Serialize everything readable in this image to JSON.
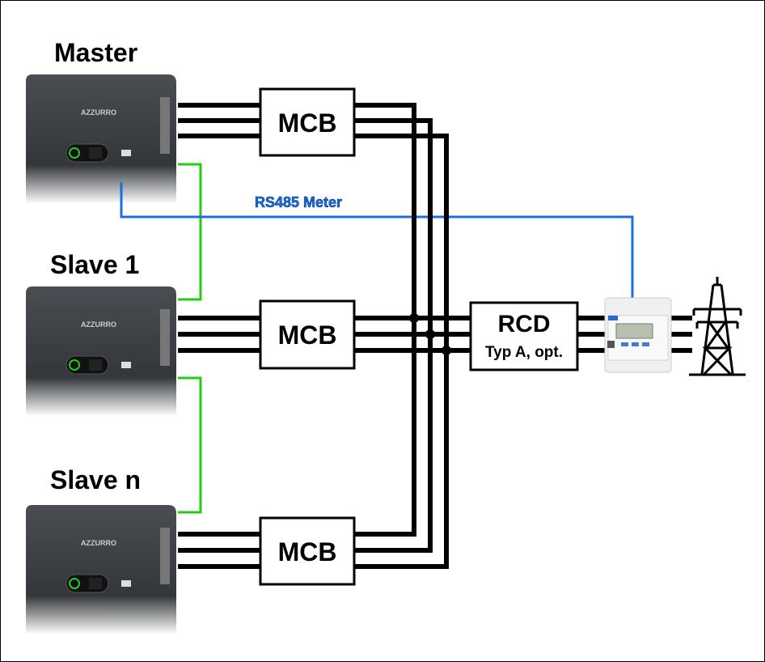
{
  "labels": {
    "master": "Master",
    "slave1": "Slave 1",
    "slaven": "Slave n",
    "mcb": "MCB",
    "rcd": "RCD",
    "rcd_sub": "Typ A, opt.",
    "rs485": "RS485 Meter"
  },
  "icons": {
    "inverter": "hybrid-inverter-image",
    "meter": "smart-meter-image",
    "grid": "power-tower-icon"
  },
  "colors": {
    "power": "#000000",
    "rs485": "#1a6fe0",
    "link": "#22cc11",
    "inverter": "#3a3d42"
  }
}
